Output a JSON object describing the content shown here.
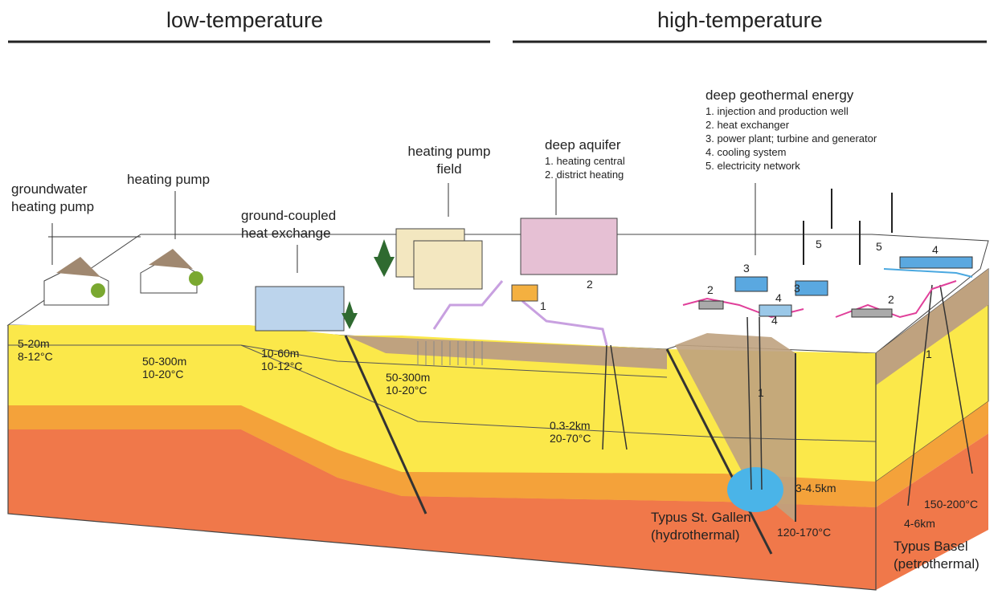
{
  "headers": {
    "low": "low-temperature",
    "high": "high-temperature"
  },
  "systems": {
    "groundwater_pump": [
      "groundwater",
      "heating pump"
    ],
    "heating_pump": "heating pump",
    "ground_coupled": [
      "ground-coupled",
      "heat exchange"
    ],
    "pump_field": [
      "heating pump",
      "field"
    ],
    "deep_aquifer": {
      "title": "deep aquifer",
      "items": [
        "1. heating central",
        "2. district heating"
      ]
    },
    "deep_geothermal": {
      "title": "deep geothermal energy",
      "items": [
        "1. injection and production well",
        "2. heat exchanger",
        "3. power plant; turbine and generator",
        "4. cooling system",
        "5. electricity network"
      ]
    }
  },
  "depths": {
    "d1": [
      "5-20m",
      "8-12°C"
    ],
    "d2": [
      "50-300m",
      "10-20°C"
    ],
    "d3": [
      "10-60m",
      "10-12°C"
    ],
    "d4": [
      "50-300m",
      "10-20°C"
    ],
    "d5": [
      "0.3-2km",
      "20-70°C"
    ],
    "d6": "3-4.5km",
    "d7": "120-170°C",
    "d8": "150-200°C",
    "d9": "4-6km"
  },
  "types": {
    "st_gallen": [
      "Typus St. Gallen",
      "(hydrothermal)"
    ],
    "basel": [
      "Typus Basel",
      "(petrothermal)"
    ]
  },
  "markers": [
    "1",
    "2",
    "3",
    "4",
    "5",
    "2",
    "3",
    "4",
    "5",
    "2",
    "4",
    "1",
    "1"
  ],
  "colors": {
    "surface": "#ffffff",
    "yellow": "#fbe84a",
    "orange": "#f4a23a",
    "red": "#f0784a",
    "soil": "#bfa27f",
    "pink_pipe": "#e0409a",
    "blue_pipe": "#4aa8e0"
  }
}
